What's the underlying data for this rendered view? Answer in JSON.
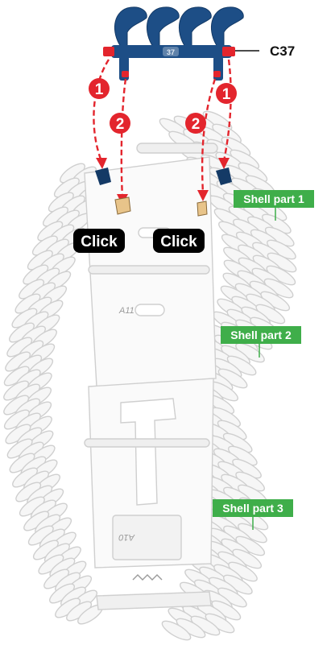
{
  "part": {
    "code": "C37",
    "stamp": "37"
  },
  "steps": [
    {
      "number": "1"
    },
    {
      "number": "2"
    },
    {
      "number": "2"
    },
    {
      "number": "1"
    }
  ],
  "click_labels": [
    "Click",
    "Click"
  ],
  "shell_labels": [
    "Shell part 1",
    "Shell part 2",
    "Shell part 3"
  ],
  "part_markings": {
    "top": "A11",
    "bottom": "A10"
  },
  "colors": {
    "axle_blue": "#1d4e86",
    "axle_dark": "#143a66",
    "pin_red": "#e3252d",
    "arrow_red": "#e3252d",
    "label_green": "#3fae4a",
    "clip_tan": "#e8c48a",
    "outline_grey": "#d2d2d2"
  }
}
